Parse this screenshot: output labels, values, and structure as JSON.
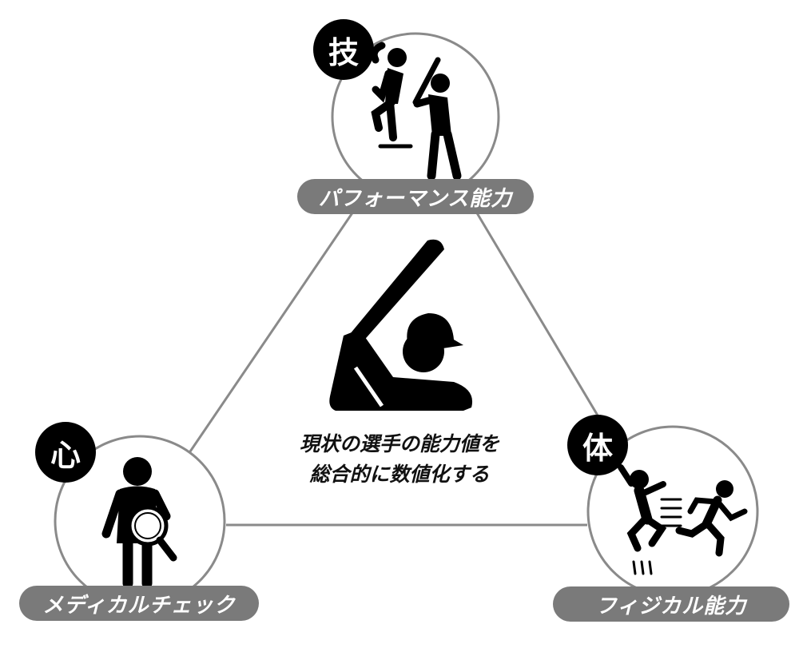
{
  "nodes": {
    "top": {
      "badge": "技",
      "label": "パフォーマンス能力"
    },
    "left": {
      "badge": "心",
      "label": "メディカルチェック"
    },
    "right": {
      "badge": "体",
      "label": "フィジカル能力"
    }
  },
  "center": {
    "line1": "現状の選手の能力値を",
    "line2": "総合的に数値化する"
  },
  "colors": {
    "line": "#8a8a8a",
    "pill": "#7a7a7a",
    "badge": "#000000"
  }
}
